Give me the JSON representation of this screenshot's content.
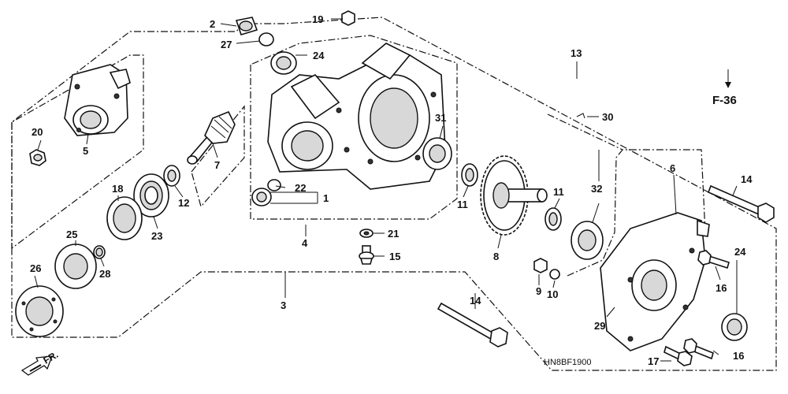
{
  "diagram": {
    "reference_label": "F-36",
    "diagram_code": "HN8BF1900",
    "direction_label": "FR.",
    "callouts": {
      "c1": "1",
      "c2": "2",
      "c3": "3",
      "c4": "4",
      "c5": "5",
      "c6": "6",
      "c7": "7",
      "c8": "8",
      "c9": "9",
      "c10": "10",
      "c11a": "11",
      "c11b": "11",
      "c12": "12",
      "c13": "13",
      "c14a": "14",
      "c14b": "14",
      "c15": "15",
      "c16a": "16",
      "c16b": "16",
      "c17": "17",
      "c18": "18",
      "c19": "19",
      "c20": "20",
      "c21": "21",
      "c22": "22",
      "c23": "23",
      "c24a": "24",
      "c24b": "24",
      "c25": "25",
      "c26": "26",
      "c27": "27",
      "c28": "28",
      "c29": "29",
      "c30": "30",
      "c31": "31",
      "c32": "32"
    }
  }
}
